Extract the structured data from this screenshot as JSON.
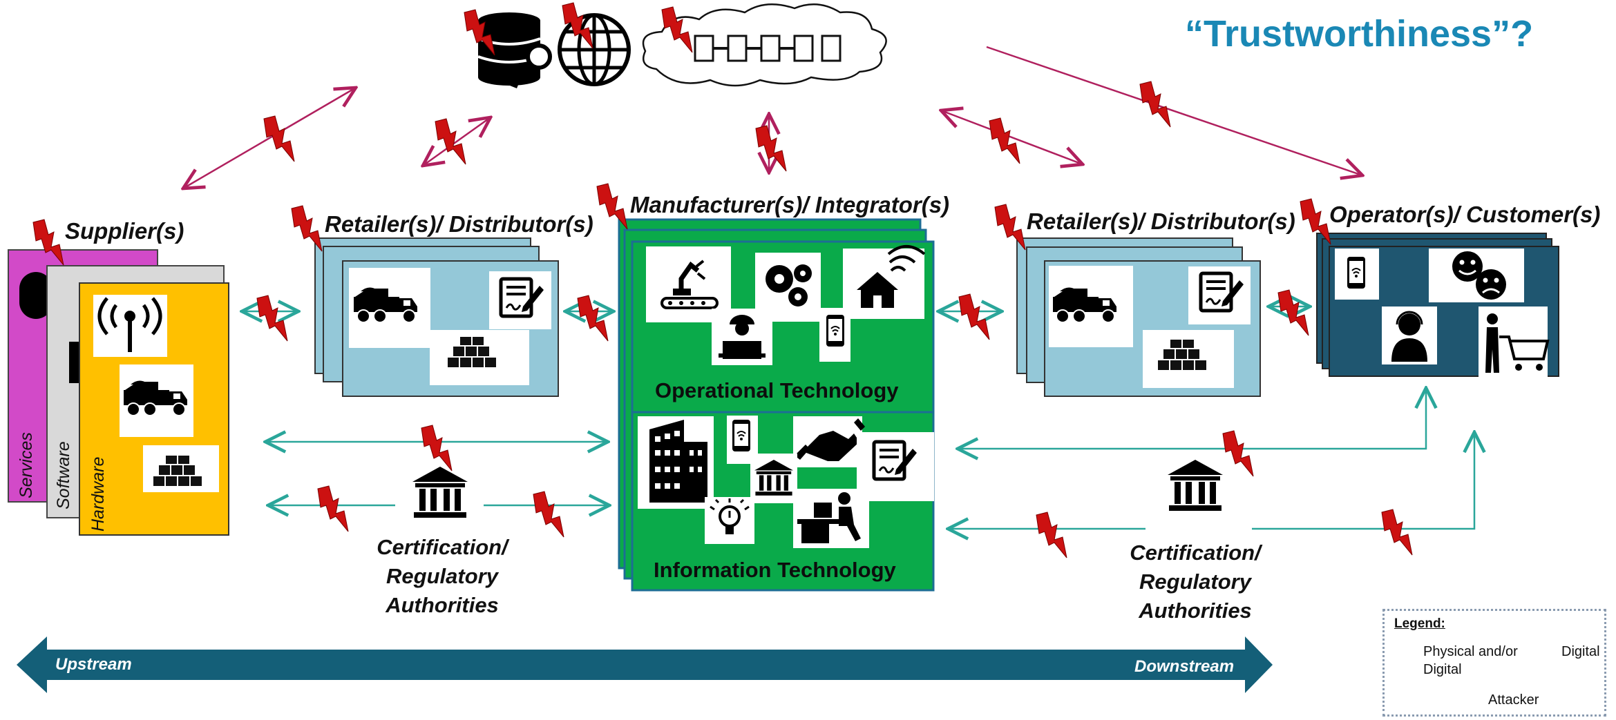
{
  "title": "“Trustworthiness”?",
  "actors": {
    "supplier": "Supplier(s)",
    "retailer_left": "Retailer(s)/ Distributor(s)",
    "manufacturer": "Manufacturer(s)/ Integrator(s)",
    "retailer_right": "Retailer(s)/ Distributor(s)",
    "operator": "Operator(s)/ Customer(s)"
  },
  "supplier_layers": [
    "Services",
    "Software",
    "Hardware"
  ],
  "technology": {
    "operational": "Operational Technology",
    "information": "Information Technology"
  },
  "authorities": {
    "left": [
      "Certification/",
      "Regulatory",
      "Authorities"
    ],
    "right": [
      "Certification/",
      "Regulatory",
      "Authorities"
    ]
  },
  "flow": {
    "upstream": "Upstream",
    "downstream": "Downstream"
  },
  "legend": {
    "title": "Legend:",
    "physical_digital": [
      "Physical and/or",
      "Digital"
    ],
    "digital": "Digital",
    "attacker": "Attacker"
  },
  "colors": {
    "teal_arrow": "#2aa69a",
    "digital_arrow": "#b0205e",
    "attacker_red": "#cc1111",
    "manufacturer_green": "#0aaa4a",
    "retailer_blue": "#94c8d8",
    "operator_navy": "#1f5670",
    "supplier_services": "#d24ac8",
    "supplier_software": "#d9d9d9",
    "supplier_hardware": "#ffc000",
    "flow_arrow": "#145f78",
    "title_blue": "#1a88b5"
  },
  "icons": [
    "database-key-icon",
    "globe-icon",
    "blockchain-cloud-icon",
    "truck-icon",
    "document-sign-icon",
    "boxes-icon",
    "robot-arm-icon",
    "gears-icon",
    "smart-home-icon",
    "engineer-icon",
    "smartphone-wifi-icon",
    "building-icon",
    "handshake-icon",
    "lightbulb-icon",
    "office-worker-icon",
    "government-building-icon",
    "antenna-icon",
    "smiley-icon",
    "headset-agent-icon",
    "shopping-cart-icon",
    "lightning-attacker-icon"
  ]
}
